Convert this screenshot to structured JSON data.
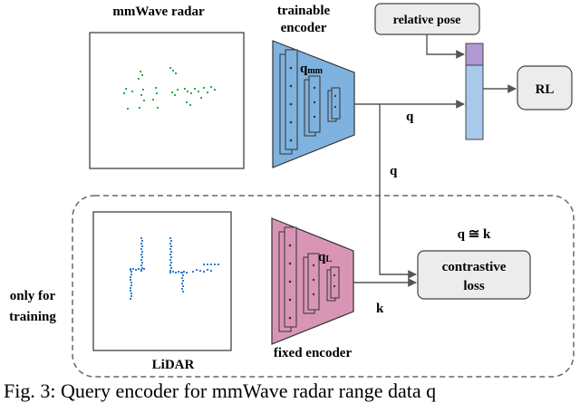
{
  "labels": {
    "radar_title": "mmWave radar",
    "trainable_encoder_line1": "trainable",
    "trainable_encoder_line2": "encoder",
    "q_mm": "q",
    "q_mm_sub": "mm",
    "relative_pose": "relative pose",
    "rl": "RL",
    "q_top": "q",
    "q_mid": "q",
    "q_approx_k": "q ≅ k",
    "q_l": "q",
    "q_l_sub": "L",
    "contrastive_line1": "contrastive",
    "contrastive_line2": "loss",
    "k": "k",
    "only_for_line1": "only for",
    "only_for_line2": "training",
    "lidar": "LiDAR",
    "fixed_encoder": "fixed encoder"
  },
  "caption": "Fig. 3: Query encoder for mmWave radar range data q",
  "colors": {
    "trainable_encoder": "#7fb2de",
    "fixed_encoder": "#d995b5",
    "radar_points": "#22b04a",
    "lidar_points": "#2f7fd1",
    "pose_segment": "#b09ad4",
    "feature_column": "#a9c9ea",
    "box_fill": "#ececec"
  }
}
